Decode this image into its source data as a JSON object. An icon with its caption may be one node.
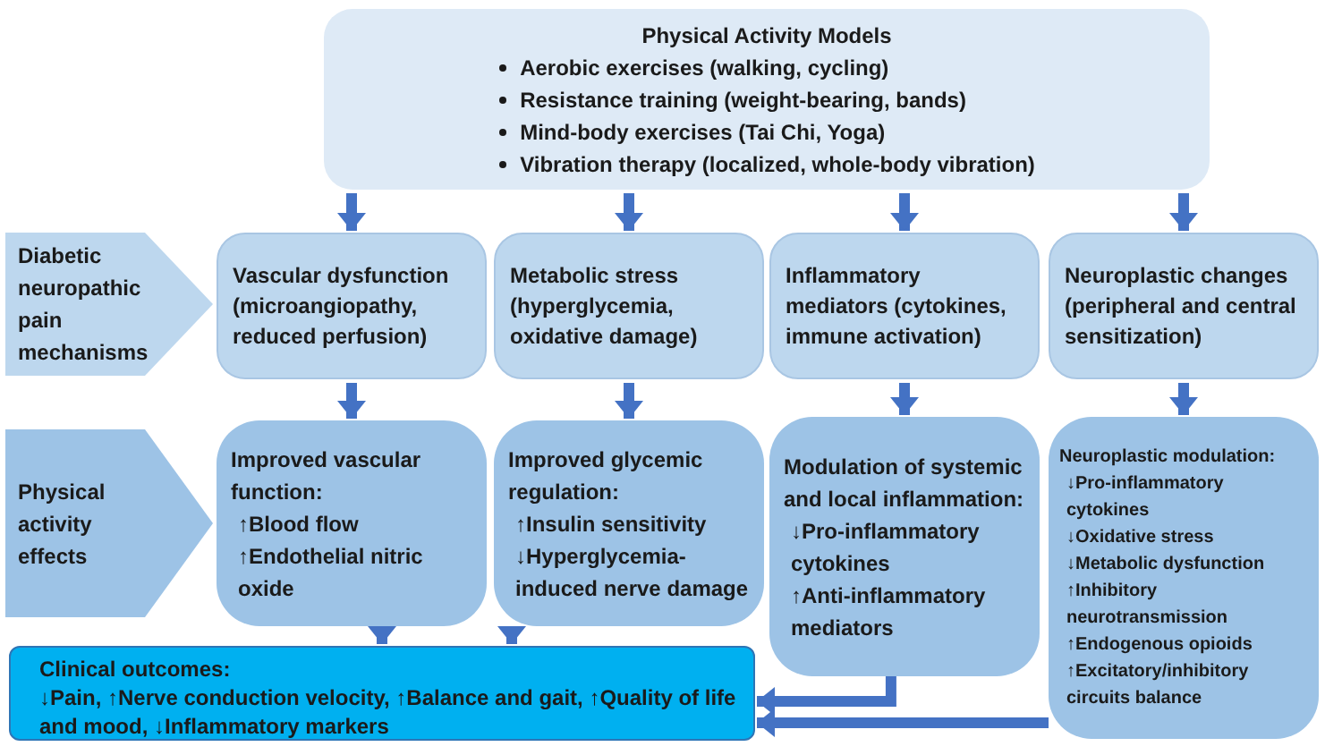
{
  "diagram": {
    "nodes": [
      {
        "text": [
          "Physical Activity Models",
          "Aerobic exercises (walking, cycling)",
          "Resistance training (weight-bearing, bands)",
          "Mind-body exercises (Tai Chi, Yoga)",
          "Vibration therapy (localized, whole-body vibration)"
        ]
      },
      {
        "text": [
          "Diabetic neuropathic pain mechanisms"
        ]
      },
      {
        "text": [
          "Vascular dysfunction (microangiopathy, reduced perfusion)"
        ]
      },
      {
        "text": [
          "Metabolic stress (hyperglycemia, oxidative damage)"
        ]
      },
      {
        "text": [
          "Inflammatory mediators (cytokines, immune activation)"
        ]
      },
      {
        "text": [
          "Neuroplastic changes (peripheral and central sensitization)"
        ]
      },
      {
        "text": [
          "Physical activity effects"
        ]
      },
      {
        "text": [
          "Improved vascular function:",
          "↑Blood flow",
          "↑Endothelial nitric oxide"
        ]
      },
      {
        "text": [
          "Improved glycemic regulation:",
          "↑Insulin sensitivity",
          "↓Hyperglycemia-induced nerve damage"
        ]
      },
      {
        "text": [
          "Modulation of systemic and local inflammation:",
          "↓Pro-inflammatory cytokines",
          "↑Anti-inflammatory mediators"
        ]
      },
      {
        "text": [
          "Neuroplastic modulation:",
          "↓Pro-inflammatory cytokines",
          "↓Oxidative stress",
          "↓Metabolic dysfunction",
          "↑Inhibitory neurotransmission",
          "↑Endogenous opioids",
          "↑Excitatory/inhibitory circuits balance"
        ]
      },
      {
        "text": [
          "Clinical outcomes:",
          "↓Pain, ↑Nerve conduction velocity, ↑Balance and gait, ↑Quality of life and mood, ↓Inflammatory markers"
        ]
      }
    ],
    "edges": [
      {
        "from": 0,
        "to": 2,
        "arrow": "to"
      },
      {
        "from": 0,
        "to": 3,
        "arrow": "to"
      },
      {
        "from": 0,
        "to": 4,
        "arrow": "to"
      },
      {
        "from": 0,
        "to": 5,
        "arrow": "to"
      },
      {
        "from": 2,
        "to": 7,
        "arrow": "to"
      },
      {
        "from": 3,
        "to": 8,
        "arrow": "to"
      },
      {
        "from": 4,
        "to": 9,
        "arrow": "to"
      },
      {
        "from": 5,
        "to": 10,
        "arrow": "to"
      },
      {
        "from": 7,
        "to": 11,
        "arrow": "to"
      },
      {
        "from": 8,
        "to": 11,
        "arrow": "to"
      },
      {
        "from": 9,
        "to": 11,
        "arrow": "to"
      },
      {
        "from": 10,
        "to": 11,
        "arrow": "to"
      }
    ]
  }
}
